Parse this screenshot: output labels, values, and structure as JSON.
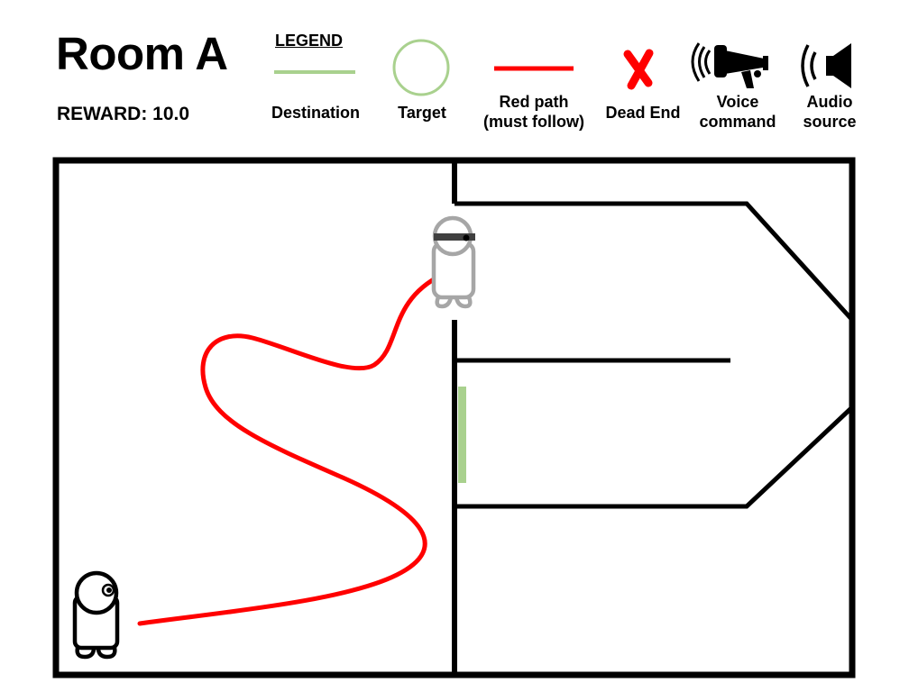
{
  "room": {
    "title": "Room A"
  },
  "reward": {
    "label": "REWARD:",
    "value": "10.0"
  },
  "legend": {
    "heading": "LEGEND",
    "items": [
      {
        "label": "Destination",
        "icon": "destination-line",
        "color": "#a9d18e"
      },
      {
        "label": "Target",
        "icon": "target-circle",
        "color": "#a9d18e"
      },
      {
        "label_line1": "Red path",
        "label_line2": "(must follow)",
        "icon": "red-path-line",
        "color": "#ff0000"
      },
      {
        "label": "Dead End",
        "icon": "x-mark-icon",
        "color": "#ff0000"
      },
      {
        "label_line1": "Voice",
        "label_line2": "command",
        "icon": "megaphone-icon"
      },
      {
        "label_line1": "Audio",
        "label_line2": "source",
        "icon": "speaker-icon"
      }
    ]
  },
  "colors": {
    "wall": "#000000",
    "path": "#ff0000",
    "destination": "#a9d18e",
    "target_figure": "#a6a6a6"
  }
}
